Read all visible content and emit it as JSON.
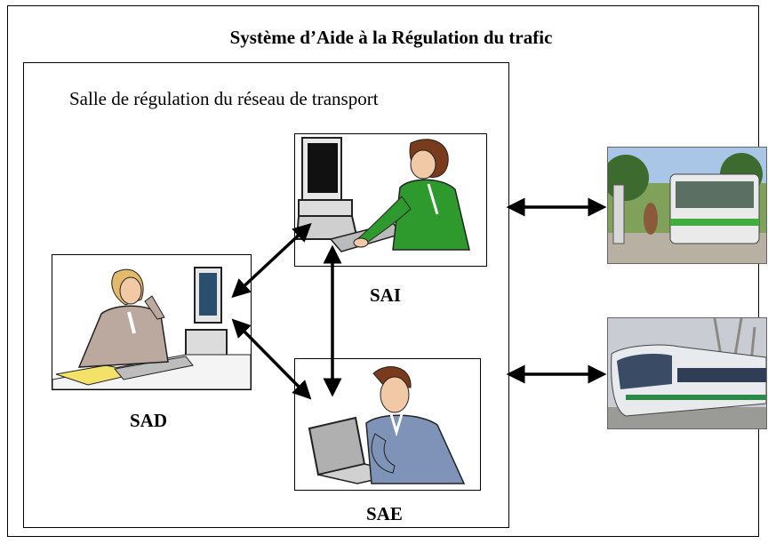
{
  "diagram": {
    "title": "Système d’Aide à la Régulation du trafic",
    "room_label": "Salle de régulation du réseau de transport",
    "nodes": {
      "sai": "SAI",
      "sad": "SAD",
      "sae": "SAE"
    }
  }
}
